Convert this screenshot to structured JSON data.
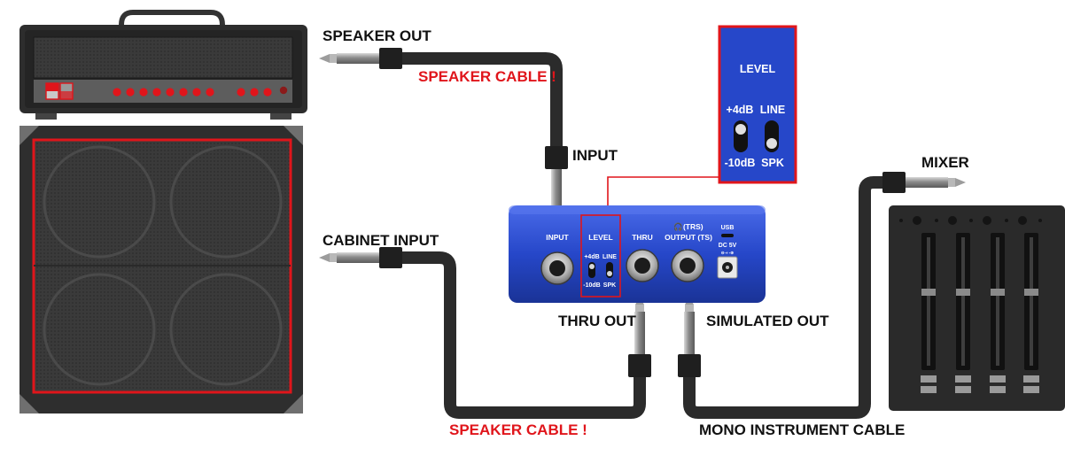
{
  "labels": {
    "speaker_out": "SPEAKER OUT",
    "speaker_cable_top": "SPEAKER CABLE !",
    "input": "INPUT",
    "cabinet_input": "CABINET INPUT",
    "mixer": "MIXER",
    "thru_out": "THRU OUT",
    "simulated_out": "SIMULATED OUT",
    "speaker_cable_bottom": "SPEAKER CABLE !",
    "mono_instrument_cable": "MONO INSTRUMENT CABLE"
  },
  "pedal": {
    "input": "INPUT",
    "level": "LEVEL",
    "plus4db": "+4dB",
    "line": "LINE",
    "minus10db": "-10dB",
    "spk": "SPK",
    "thru": "THRU",
    "output_top": "🎧(TRS)",
    "output_main": "OUTPUT (TS)",
    "usb": "USB",
    "dc": "DC 5V",
    "dc_polarity": "⊖-◐-⊕"
  },
  "level_inset": {
    "title": "LEVEL",
    "plus4db": "+4dB",
    "line": "LINE",
    "minus10db": "-10dB",
    "spk": "SPK"
  },
  "colors": {
    "highlight_red": "#e0151b",
    "pedal_blue": "#2647c9",
    "cable": "#2b2b2b"
  }
}
